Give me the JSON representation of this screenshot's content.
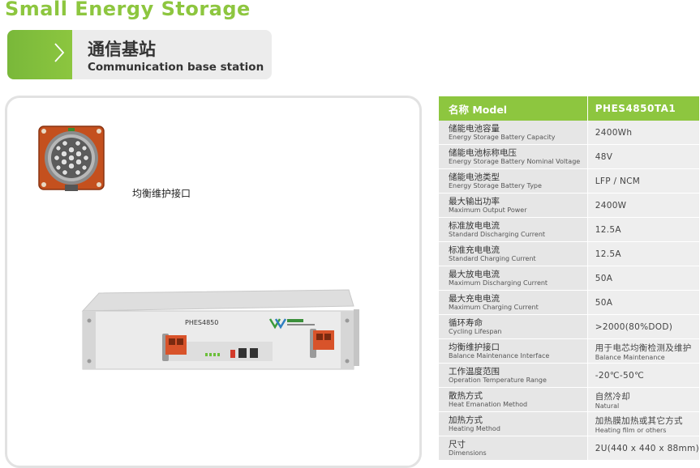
{
  "page": {
    "title": "Small Energy Storage"
  },
  "section": {
    "title_zh": "通信基站",
    "title_en": "Communication base station"
  },
  "product": {
    "connector_label": "均衡维护接口",
    "model_text": "PHES4850"
  },
  "colors": {
    "accent": "#8dc63f",
    "accent_dark": "#79b83a",
    "header_bg": "#ececec",
    "cell_param_bg": "#e6e6e6",
    "cell_value_bg": "#eeeeee"
  },
  "spec_table": {
    "header": {
      "name_label": "名称 Model",
      "model": "PHES4850TA1"
    },
    "rows": [
      {
        "zh": "储能电池容量",
        "en": "Energy Storage Battery Capacity",
        "value": "2400Wh"
      },
      {
        "zh": "储能电池标称电压",
        "en": "Energy Storage Battery Nominal Voltage",
        "value": "48V"
      },
      {
        "zh": "储能电池类型",
        "en": "Energy Storage Battery Type",
        "value": "LFP / NCM"
      },
      {
        "zh": "最大输出功率",
        "en": "Maximum Output Power",
        "value": "2400W"
      },
      {
        "zh": "标准放电电流",
        "en": "Standard Discharging Current",
        "value": "12.5A"
      },
      {
        "zh": "标准充电电流",
        "en": "Standard Charging Current",
        "value": "12.5A"
      },
      {
        "zh": "最大放电电流",
        "en": "Maximum Discharging Current",
        "value": "50A"
      },
      {
        "zh": "最大充电电流",
        "en": "Maximum Charging Current",
        "value": "50A"
      },
      {
        "zh": "循环寿命",
        "en": "Cycling Lifespan",
        "value": ">2000(80%DOD)"
      },
      {
        "zh": "均衡维护接口",
        "en": "Balance Maintenance Interface",
        "value": "用于电芯均衡检测及维护",
        "value_sub": "Balance Maintenance"
      },
      {
        "zh": "工作温度范围",
        "en": "Operation Temperature Range",
        "value": "-20℃-50℃"
      },
      {
        "zh": "散热方式",
        "en": "Heat Emanation Method",
        "value": "自然冷却",
        "value_sub": "Natural"
      },
      {
        "zh": "加热方式",
        "en": "Heating Method",
        "value": "加热膜加热或其它方式",
        "value_sub": "Heating film or others"
      },
      {
        "zh": "尺寸",
        "en": "Dimensions",
        "value": "2U(440 x 440 x 88mm)"
      }
    ]
  }
}
